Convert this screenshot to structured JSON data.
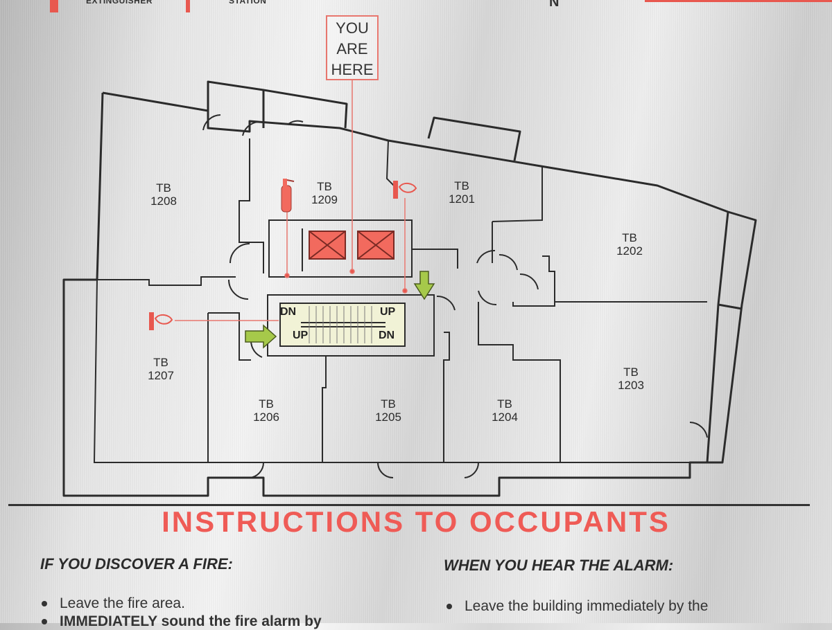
{
  "legend": {
    "item1": "EXTINGUISHER",
    "item2": "STATION",
    "north": "N"
  },
  "here_label": {
    "line1": "YOU",
    "line2": "ARE",
    "line3": "HERE"
  },
  "rooms": [
    {
      "prefix": "TB",
      "number": "1208"
    },
    {
      "prefix": "TB",
      "number": "1209"
    },
    {
      "prefix": "TB",
      "number": "1201"
    },
    {
      "prefix": "TB",
      "number": "1202"
    },
    {
      "prefix": "TB",
      "number": "1207"
    },
    {
      "prefix": "TB",
      "number": "1206"
    },
    {
      "prefix": "TB",
      "number": "1205"
    },
    {
      "prefix": "TB",
      "number": "1204"
    },
    {
      "prefix": "TB",
      "number": "1203"
    }
  ],
  "stair": {
    "top_left": "DN",
    "top_right": "UP",
    "bottom_left": "UP",
    "bottom_right": "DN"
  },
  "colors": {
    "accent_red": "#e8584f",
    "arrow_green": "#a6c94a",
    "wall": "#2b2b2b"
  },
  "instructions": {
    "title": "INSTRUCTIONS TO OCCUPANTS",
    "left_heading": "IF YOU DISCOVER A FIRE:",
    "left_items": [
      "Leave the fire area.",
      "IMMEDIATELY sound the fire alarm by"
    ],
    "right_heading": "WHEN YOU HEAR THE ALARM:",
    "right_items": [
      "Leave the building immediately by the"
    ]
  },
  "icons": [
    "fire-extinguisher-icon",
    "fire-alarm-pull-station-icon",
    "elevator-icon",
    "exit-arrow-icon",
    "stairwell-icon"
  ]
}
